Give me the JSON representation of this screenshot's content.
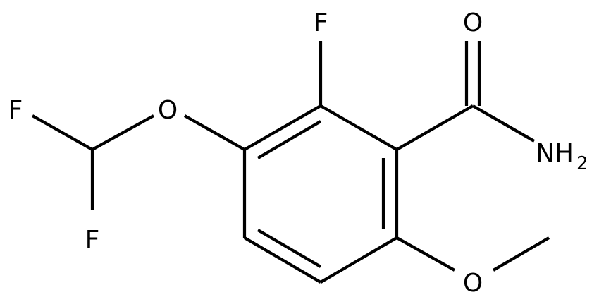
{
  "molecule": {
    "atoms": {
      "f_top": "F",
      "f_left": "F",
      "f_bottom": "F",
      "o_ether": "O",
      "o_carbonyl": "O",
      "o_methoxy": "O",
      "n_amide": "NH",
      "n_amide_sub": "2"
    },
    "colors": {
      "bond": "#000000",
      "label": "#000000",
      "background": "#ffffff"
    }
  }
}
